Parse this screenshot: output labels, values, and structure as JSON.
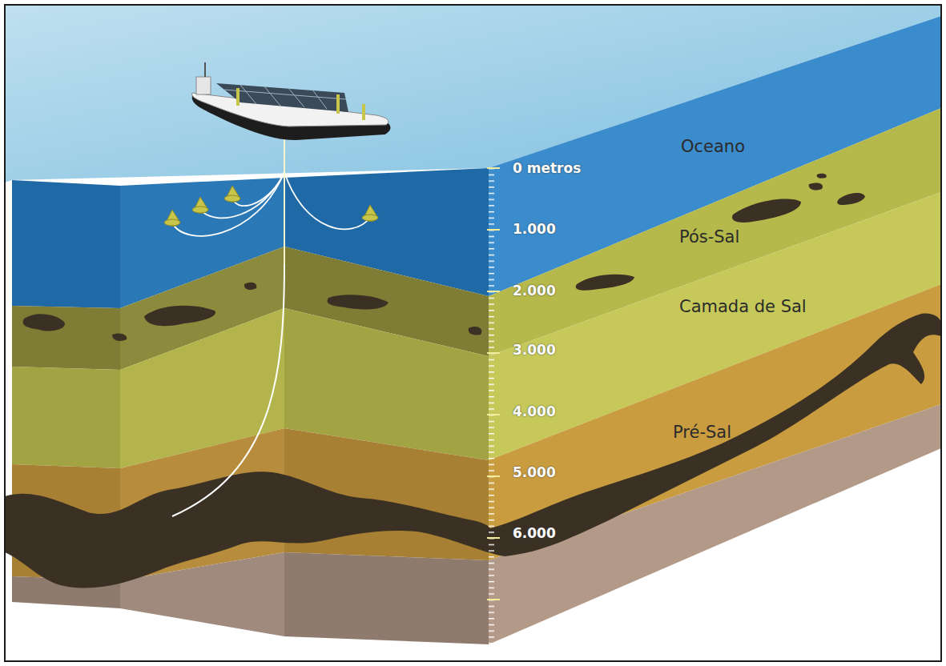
{
  "diagram": {
    "labels": [
      "Oceano",
      "Pós-Sal",
      "Camada de Sal",
      "Pré-Sal",
      "0 metros",
      "1.000",
      "2.000",
      "3.000",
      "4.000",
      "5.000",
      "6.000"
    ]
  }
}
